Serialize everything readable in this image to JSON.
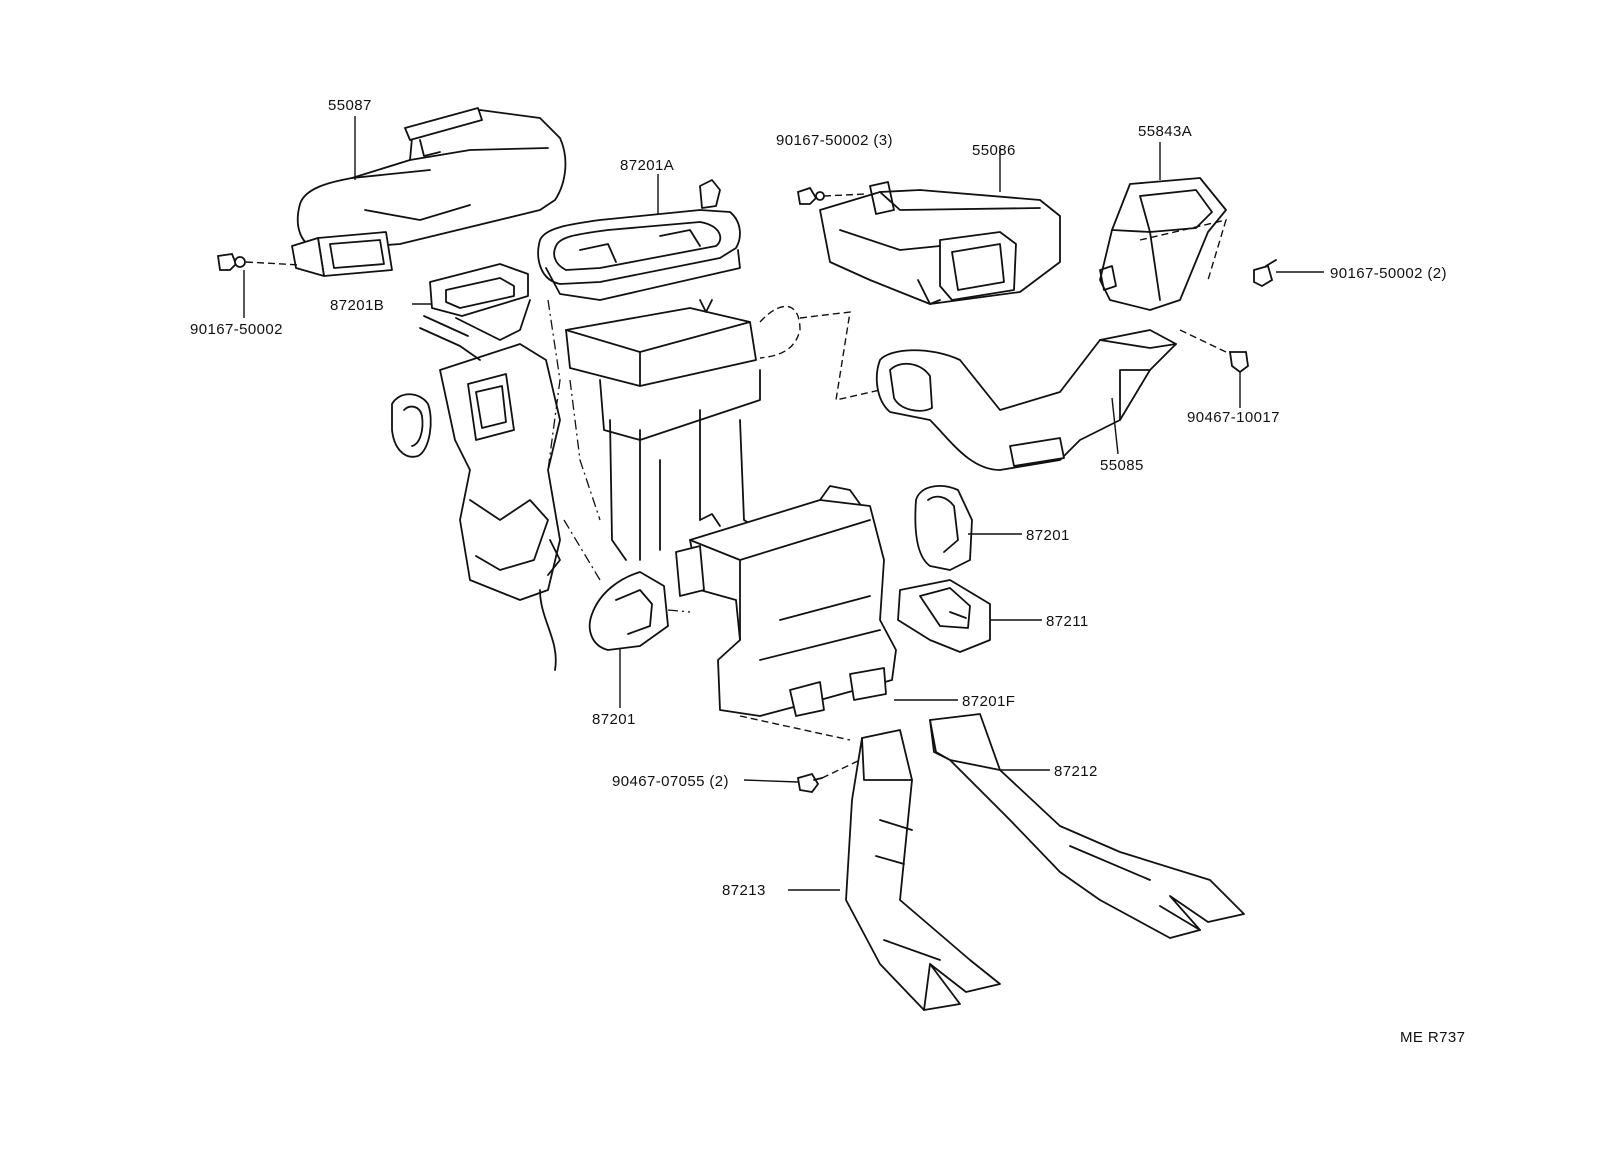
{
  "diagram": {
    "callouts": [
      {
        "id": "55087",
        "text": "55087"
      },
      {
        "id": "87201A",
        "text": "87201A"
      },
      {
        "id": "90167-50002-3",
        "text": "90167-50002 (3)"
      },
      {
        "id": "55086",
        "text": "55086"
      },
      {
        "id": "55843A",
        "text": "55843A"
      },
      {
        "id": "90167-50002-2",
        "text": "90167-50002 (2)"
      },
      {
        "id": "90167-50002",
        "text": "90167-50002"
      },
      {
        "id": "87201B",
        "text": "87201B"
      },
      {
        "id": "90467-10017",
        "text": "90467-10017"
      },
      {
        "id": "55085",
        "text": "55085"
      },
      {
        "id": "87201-right",
        "text": "87201"
      },
      {
        "id": "87211",
        "text": "87211"
      },
      {
        "id": "87201-left",
        "text": "87201"
      },
      {
        "id": "87201F",
        "text": "87201F"
      },
      {
        "id": "90467-07055-2",
        "text": "90467-07055 (2)"
      },
      {
        "id": "87212",
        "text": "87212"
      },
      {
        "id": "87213",
        "text": "87213"
      }
    ],
    "reference_code": "ME R737"
  }
}
